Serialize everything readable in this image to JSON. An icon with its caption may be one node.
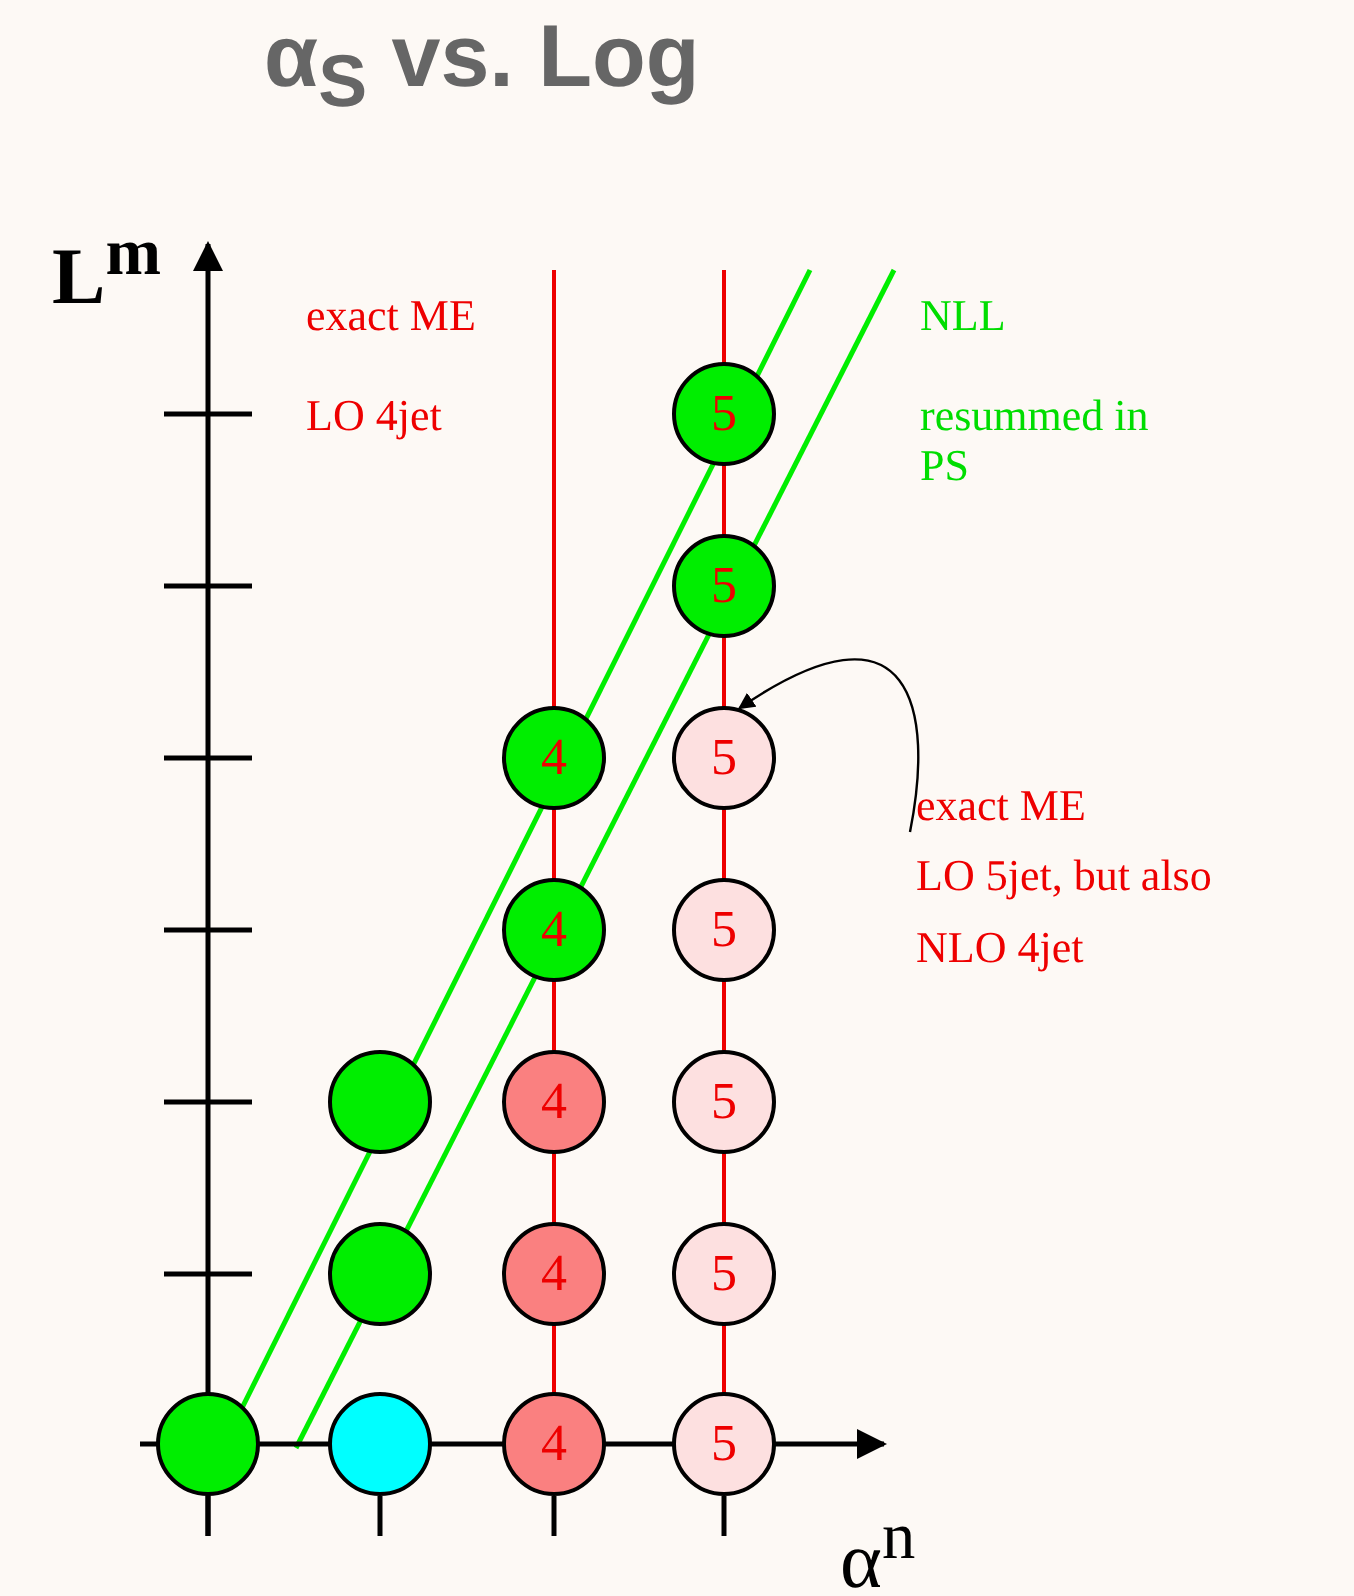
{
  "diagram": {
    "title": "α$_{S}$ vs. Log",
    "nodes": [
      {
        "text": [
          "5"
        ]
      },
      {
        "text": [
          "5"
        ]
      },
      {
        "text": [
          "4"
        ]
      },
      {
        "text": [
          "5"
        ]
      },
      {
        "text": [
          "exact ME",
          "LO 5jet, but also",
          "NLO 4jet"
        ]
      },
      {
        "text": [
          "4"
        ]
      },
      {
        "text": [
          "5"
        ]
      },
      {
        "text": [],
        "shape": "circle"
      },
      {
        "text": [
          "4"
        ]
      },
      {
        "text": [
          "5"
        ]
      },
      {
        "text": [],
        "shape": "circle"
      },
      {
        "text": [
          "4"
        ]
      },
      {
        "text": [
          "5"
        ]
      },
      {
        "text": [],
        "shape": "circle"
      },
      {
        "text": [],
        "shape": "circle"
      },
      {
        "text": [
          "4"
        ]
      },
      {
        "text": [
          "5"
        ]
      }
    ],
    "edges": [
      {
        "from": 4,
        "to": 3,
        "arrow": "to"
      }
    ],
    "labels": [
      "L$^{m}$",
      "exact ME",
      "LO 4jet",
      "NLL",
      "resummed in PS",
      "α$^{n}$"
    ]
  }
}
